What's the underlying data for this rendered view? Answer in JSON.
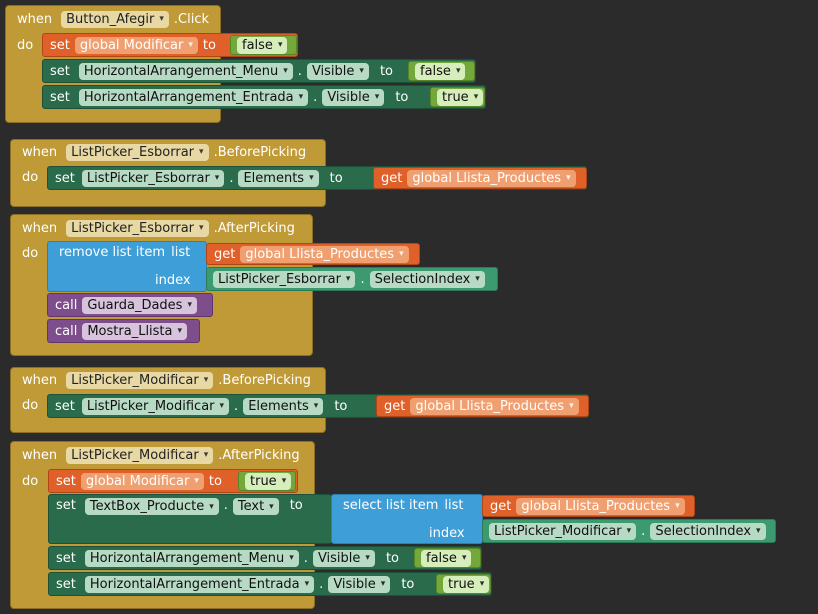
{
  "common": {
    "when": "when",
    "do": "do",
    "set": "set",
    "to": "to",
    "get": "get",
    "call": "call",
    "dot": ".",
    "false_val": "false",
    "true_val": "true",
    "visible": "Visible",
    "elements": "Elements",
    "text_prop": "Text",
    "selection_index": "SelectionIndex",
    "list_kw": "list",
    "index_kw": "index",
    "arrow": "▾"
  },
  "blocks": {
    "b1": {
      "component": "Button_Afegir",
      "event": ".Click",
      "var": "global Modificar",
      "menu": "HorizontalArrangement_Menu",
      "entrada": "HorizontalArrangement_Entrada"
    },
    "b2": {
      "component": "ListPicker_Esborrar",
      "event": ".BeforePicking",
      "target": "ListPicker_Esborrar",
      "var": "global Llista_Productes"
    },
    "b3": {
      "component": "ListPicker_Esborrar",
      "event": ".AfterPicking",
      "remove_label": "remove list item",
      "var": "global Llista_Productes",
      "index_comp": "ListPicker_Esborrar",
      "proc1": "Guarda_Dades",
      "proc2": "Mostra_Llista"
    },
    "b4": {
      "component": "ListPicker_Modificar",
      "event": ".BeforePicking",
      "target": "ListPicker_Modificar",
      "var": "global Llista_Productes"
    },
    "b5": {
      "component": "ListPicker_Modificar",
      "event": ".AfterPicking",
      "var": "global Modificar",
      "textbox": "TextBox_Producte",
      "select_label": "select list item",
      "list_var": "global Llista_Productes",
      "index_comp": "ListPicker_Modificar",
      "menu": "HorizontalArrangement_Menu",
      "entrada": "HorizontalArrangement_Entrada"
    }
  },
  "colors": {
    "event": "#c09a36",
    "set_variable": "#e0602a",
    "set_component": "#2a6b4c",
    "logic": "#75a83b",
    "component_getter": "#3c9a70",
    "list": "#3e9ed8",
    "procedure": "#7e4d8c",
    "background": "#2b2b2b"
  }
}
